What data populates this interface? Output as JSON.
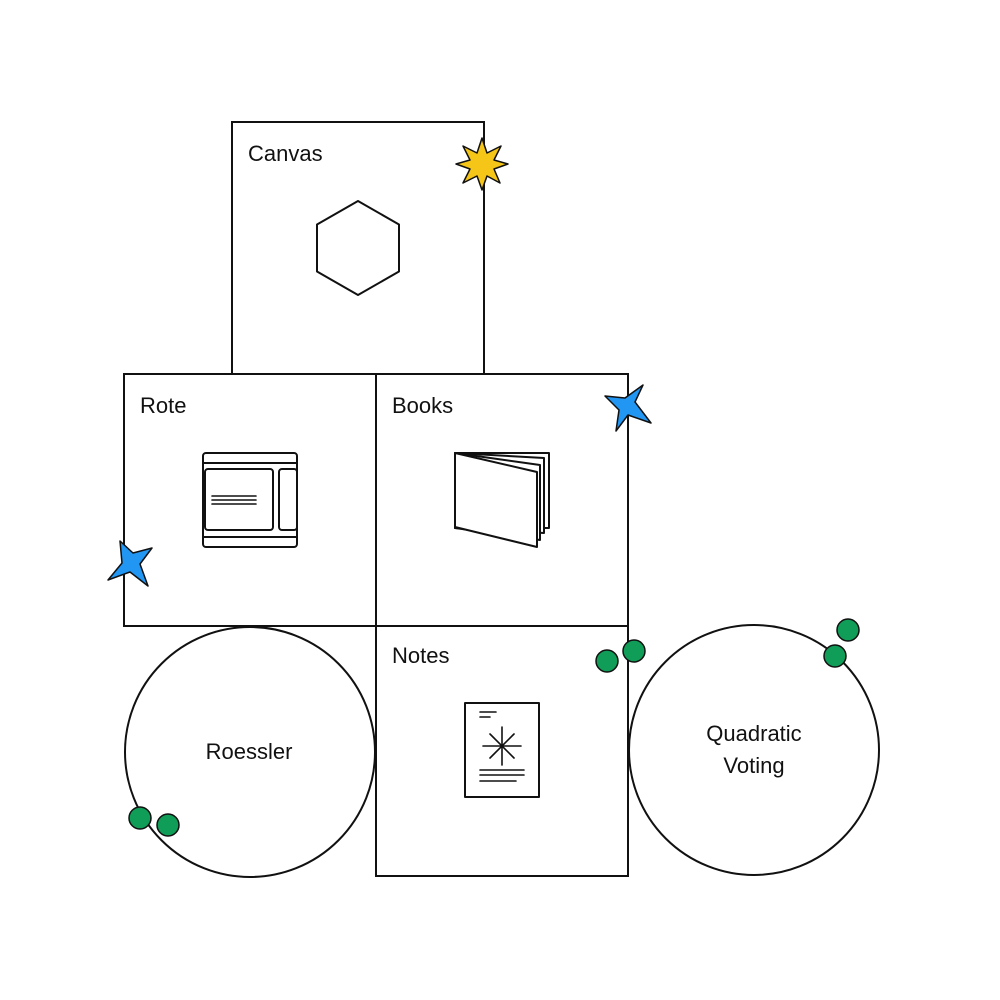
{
  "tiles": {
    "canvas": {
      "label": "Canvas"
    },
    "rote": {
      "label": "Rote"
    },
    "books": {
      "label": "Books"
    },
    "notes": {
      "label": "Notes"
    }
  },
  "circles": {
    "roessler": {
      "label": "Roessler"
    },
    "quadratic_voting": {
      "label_line1": "Quadratic",
      "label_line2": "Voting"
    }
  },
  "colors": {
    "yellow_star": "#F5C518",
    "blue_star": "#2196F3",
    "green_dot": "#0F9D58",
    "stroke": "#111111"
  },
  "icons": {
    "canvas": "hexagon-icon",
    "rote": "browser-window-icon",
    "books": "open-book-icon",
    "notes": "document-sparkle-icon"
  }
}
